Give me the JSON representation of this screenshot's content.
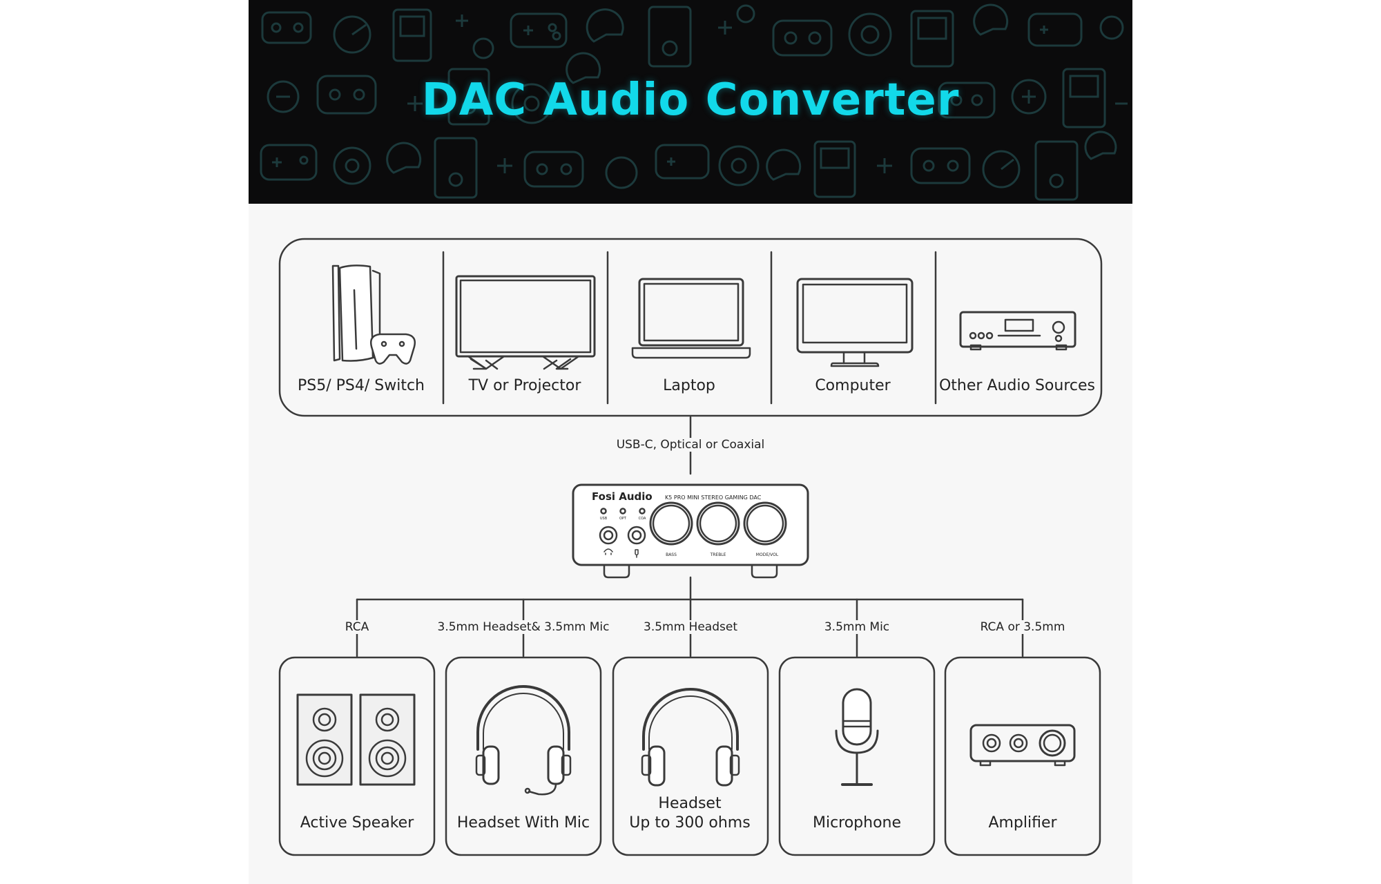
{
  "banner": {
    "title": "DAC Audio Converter"
  },
  "sources": [
    {
      "label": "PS5/ PS4/ Switch",
      "icon": "game-console-icon"
    },
    {
      "label": "TV or Projector",
      "icon": "tv-icon"
    },
    {
      "label": "Laptop",
      "icon": "laptop-icon"
    },
    {
      "label": "Computer",
      "icon": "monitor-icon"
    },
    {
      "label": "Other Audio Sources",
      "icon": "audio-receiver-icon"
    }
  ],
  "input_connection": "USB-C, Optical or Coaxial",
  "device": {
    "brand": "Fosi Audio",
    "model": "K5 PRO MINI STEREO GAMING DAC",
    "indicators": [
      "USB",
      "OPT",
      "COA"
    ],
    "knobs": [
      "BASS",
      "TREBLE",
      "MODE/VOL"
    ]
  },
  "outputs": [
    {
      "connection": "RCA",
      "label_lines": [
        "Active Speaker"
      ],
      "icon": "speakers-icon"
    },
    {
      "connection": "3.5mm Headset& 3.5mm Mic",
      "label_lines": [
        "Headset With Mic"
      ],
      "icon": "headset-mic-icon"
    },
    {
      "connection": "3.5mm Headset",
      "label_lines": [
        "Headset",
        "Up to 300 ohms"
      ],
      "icon": "headphones-icon"
    },
    {
      "connection": "3.5mm Mic",
      "label_lines": [
        "Microphone"
      ],
      "icon": "microphone-icon"
    },
    {
      "connection": "RCA or 3.5mm",
      "label_lines": [
        "Amplifier"
      ],
      "icon": "amplifier-icon"
    }
  ],
  "colors": {
    "title": "#12d9ea",
    "banner_bg": "#0b0b0c",
    "pattern": "#1c3a3c",
    "line": "#3a3a3a",
    "panel_bg": "#f7f7f7"
  }
}
